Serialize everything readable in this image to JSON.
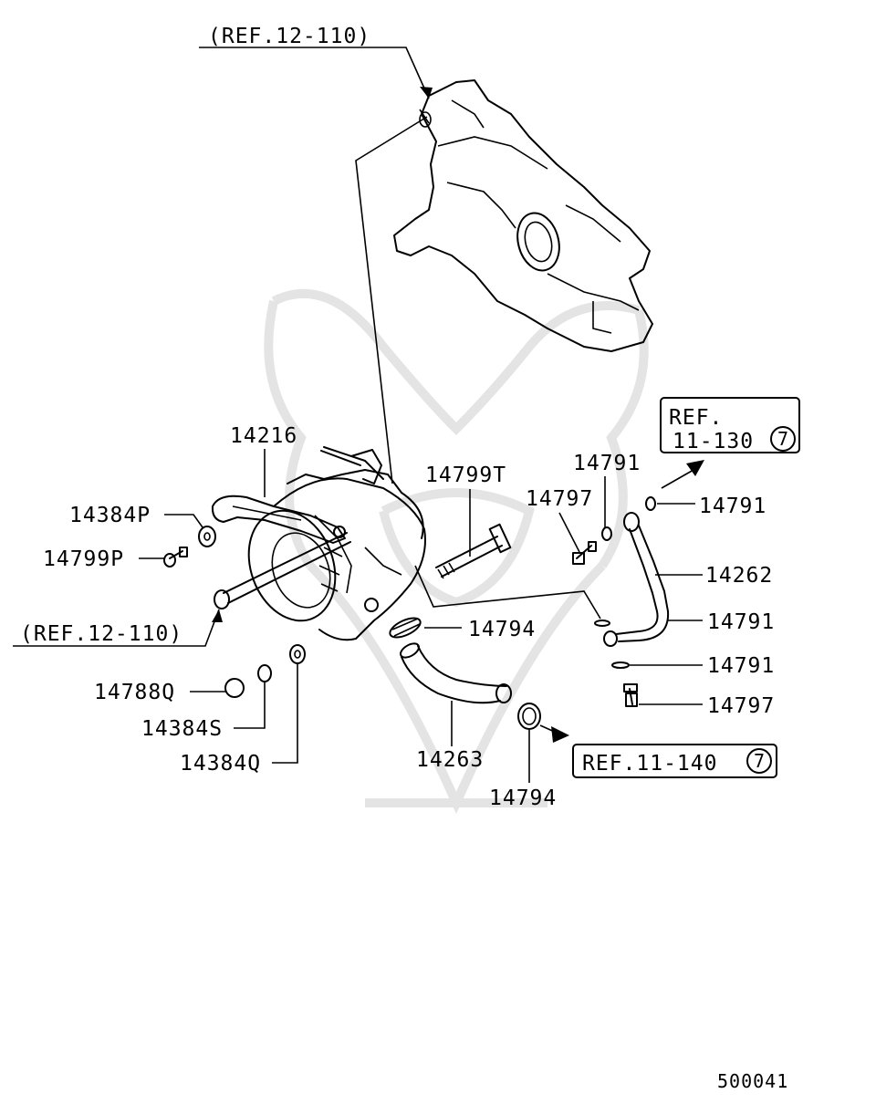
{
  "labels": {
    "ref_top": "(REF.12-110)",
    "ref_left": "(REF.12-110)",
    "ref_130_line1": "REF.",
    "ref_130_line2": "11-130",
    "ref_140": "REF.11-140",
    "ref_circle": "7",
    "p14216": "14216",
    "p14384P": "14384P",
    "p14799P": "14799P",
    "p14788Q": "14788Q",
    "p14384S": "14384S",
    "p14384Q": "14384Q",
    "p14799T": "14799T",
    "p14794a": "14794",
    "p14263": "14263",
    "p14794b": "14794",
    "p14791a": "14791",
    "p14797a": "14797",
    "p14791b": "14791",
    "p14262": "14262",
    "p14791c": "14791",
    "p14791d": "14791",
    "p14797b": "14797",
    "diagram_number": "500041"
  }
}
